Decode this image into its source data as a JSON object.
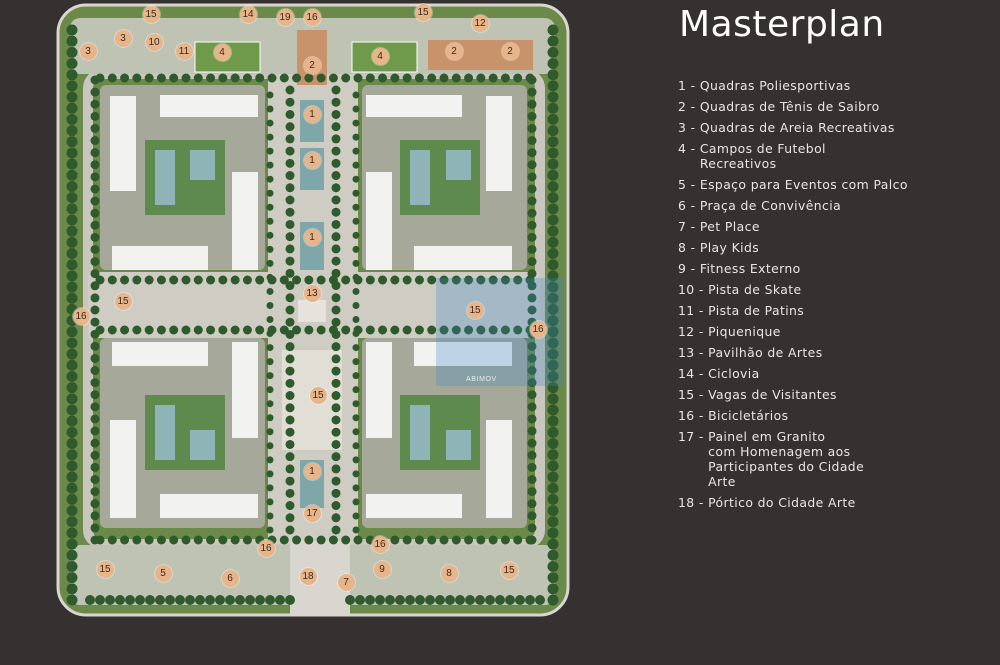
{
  "title": "Masterplan",
  "watermark": "ABIMOV",
  "colors": {
    "background": "#353131",
    "marker": "#e8b58a",
    "grass": "#6b8a4a",
    "tree": "#2f5a2c",
    "road": "#d9d6cf",
    "building": "#f2f2f0",
    "pool": "#8fb4b8",
    "clay_court": "#c8926a"
  },
  "legend": [
    {
      "num": "1 - ",
      "label": "Quadras Poliesportivas"
    },
    {
      "num": "2 - ",
      "label": "Quadras de Tênis de Saibro"
    },
    {
      "num": "3 - ",
      "label": "Quadras de Areia Recreativas"
    },
    {
      "num": "4 - ",
      "label": "Campos de Futebol\nRecreativos"
    },
    {
      "num": "5 - ",
      "label": "Espaço para Eventos com Palco"
    },
    {
      "num": "6 - ",
      "label": "Praça de Convivência"
    },
    {
      "num": "7 - ",
      "label": "Pet Place"
    },
    {
      "num": "8 - ",
      "label": "Play Kids"
    },
    {
      "num": "9 - ",
      "label": "Fitness Externo"
    },
    {
      "num": "10 - ",
      "label": "Pista de Skate"
    },
    {
      "num": "11 - ",
      "label": "Pista de Patins"
    },
    {
      "num": "12 - ",
      "label": "Piquenique"
    },
    {
      "num": "13 - ",
      "label": "Pavilhão de Artes"
    },
    {
      "num": "14 - ",
      "label": "Ciclovia"
    },
    {
      "num": "15 - ",
      "label": "Vagas de Visitantes"
    },
    {
      "num": "16 - ",
      "label": "Bicicletários"
    },
    {
      "num": "17 - ",
      "label": "Painel em Granito\ncom Homenagem aos\nParticipantes do Cidade\nArte"
    },
    {
      "num": "18 - ",
      "label": "Pórtico do Cidade Arte"
    }
  ],
  "markers": [
    "15",
    "14",
    "19",
    "16",
    "15",
    "12",
    "3",
    "3",
    "10",
    "11",
    "4",
    "2",
    "4",
    "2",
    "2",
    "1",
    "1",
    "1",
    "13",
    "15",
    "16",
    "15",
    "16",
    "15",
    "1",
    "17",
    "16",
    "16",
    "15",
    "5",
    "6",
    "18",
    "7",
    "9",
    "8",
    "15"
  ]
}
